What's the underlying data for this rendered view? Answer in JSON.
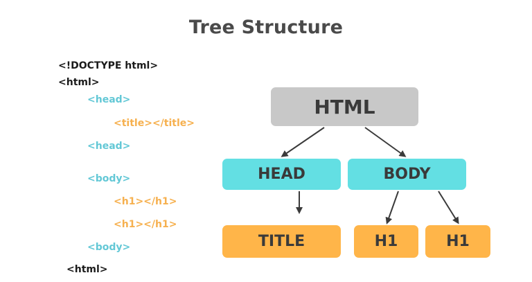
{
  "title": "Tree Structure",
  "code_lines": [
    {
      "text": "<!DOCTYPE html>",
      "color": "#1b1b1b"
    },
    {
      "text": "<html>",
      "color": "#1b1b1b"
    },
    {
      "text": "<head>",
      "color": "#63c8d6"
    },
    {
      "text": "<title></title>",
      "color": "#f6b04e"
    },
    {
      "text": "<head>",
      "color": "#63c8d6"
    },
    {
      "text": "<body>",
      "color": "#63c8d6"
    },
    {
      "text": "<h1></h1>",
      "color": "#f6b04e"
    },
    {
      "text": "<h1></h1>",
      "color": "#f6b04e"
    },
    {
      "text": "<body>",
      "color": "#63c8d6"
    },
    {
      "text": "<html>",
      "color": "#1b1b1b"
    }
  ],
  "tree": {
    "root": {
      "label": "HTML",
      "color": "#c8c8c8"
    },
    "head": {
      "label": "HEAD",
      "color": "#63dfe3"
    },
    "body": {
      "label": "BODY",
      "color": "#63dfe3"
    },
    "title_node": {
      "label": "TITLE",
      "color": "#ffb549"
    },
    "h1_left": {
      "label": "H1",
      "color": "#ffb549"
    },
    "h1_right": {
      "label": "H1",
      "color": "#ffb549"
    }
  }
}
